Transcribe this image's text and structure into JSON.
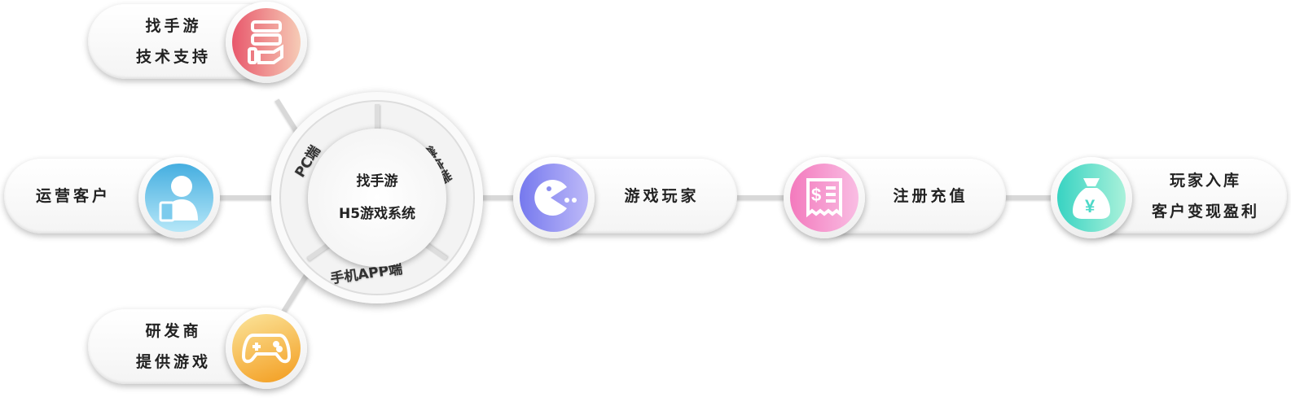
{
  "hub": {
    "line1": "找手游",
    "line2": "H5游戏系统",
    "segments": [
      "PC端",
      "微信端",
      "手机APP端"
    ]
  },
  "nodes": {
    "support": {
      "line1": "找手游",
      "line2": "技术支持",
      "icon": "server-hand-icon",
      "color": [
        "#e8586c",
        "#f6cbb6"
      ]
    },
    "operator": {
      "line1": "运营客户",
      "icon": "user-icon",
      "color": [
        "#45aee0",
        "#b6e7f8"
      ]
    },
    "developer": {
      "line1": "研发商",
      "line2": "提供游戏",
      "icon": "gamepad-icon",
      "color": [
        "#f39c1e",
        "#fbe59c"
      ]
    },
    "player": {
      "line1": "游戏玩家",
      "icon": "pacman-icon",
      "color": [
        "#7679ee",
        "#bdb9f8"
      ]
    },
    "recharge": {
      "line1": "注册充值",
      "icon": "receipt-dollar-icon",
      "color": [
        "#f37abd",
        "#f9bde3"
      ]
    },
    "monetize": {
      "line1": "玩家入库",
      "line2": "客户变现盈利",
      "icon": "money-bag-icon",
      "color": [
        "#38d3c2",
        "#a9f1da"
      ]
    }
  }
}
